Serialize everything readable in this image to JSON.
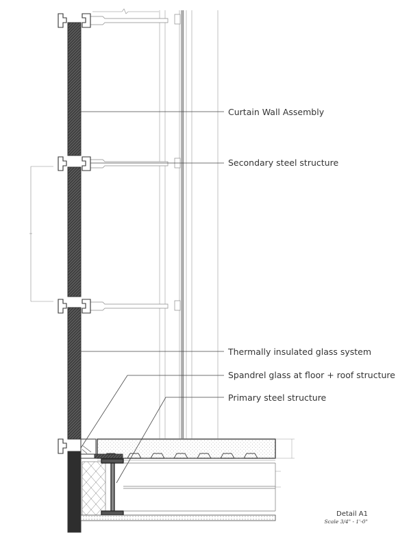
{
  "callouts": [
    {
      "id": "curtain-wall",
      "text": "Curtain Wall Assembly"
    },
    {
      "id": "secondary-steel",
      "text": "Secondary steel structure"
    },
    {
      "id": "insulated-glass",
      "text": "Thermally insulated glass system"
    },
    {
      "id": "spandrel-glass",
      "text": "Spandrel glass at floor + roof structure"
    },
    {
      "id": "primary-steel",
      "text": "Primary steel structure"
    }
  ],
  "title_block": {
    "title": "Detail A1",
    "scale": "Scale 3/4\" - 1'-0\""
  },
  "colors": {
    "line": "#555555",
    "light_line": "#a8a8a8",
    "dark": "#2a2a2a"
  }
}
